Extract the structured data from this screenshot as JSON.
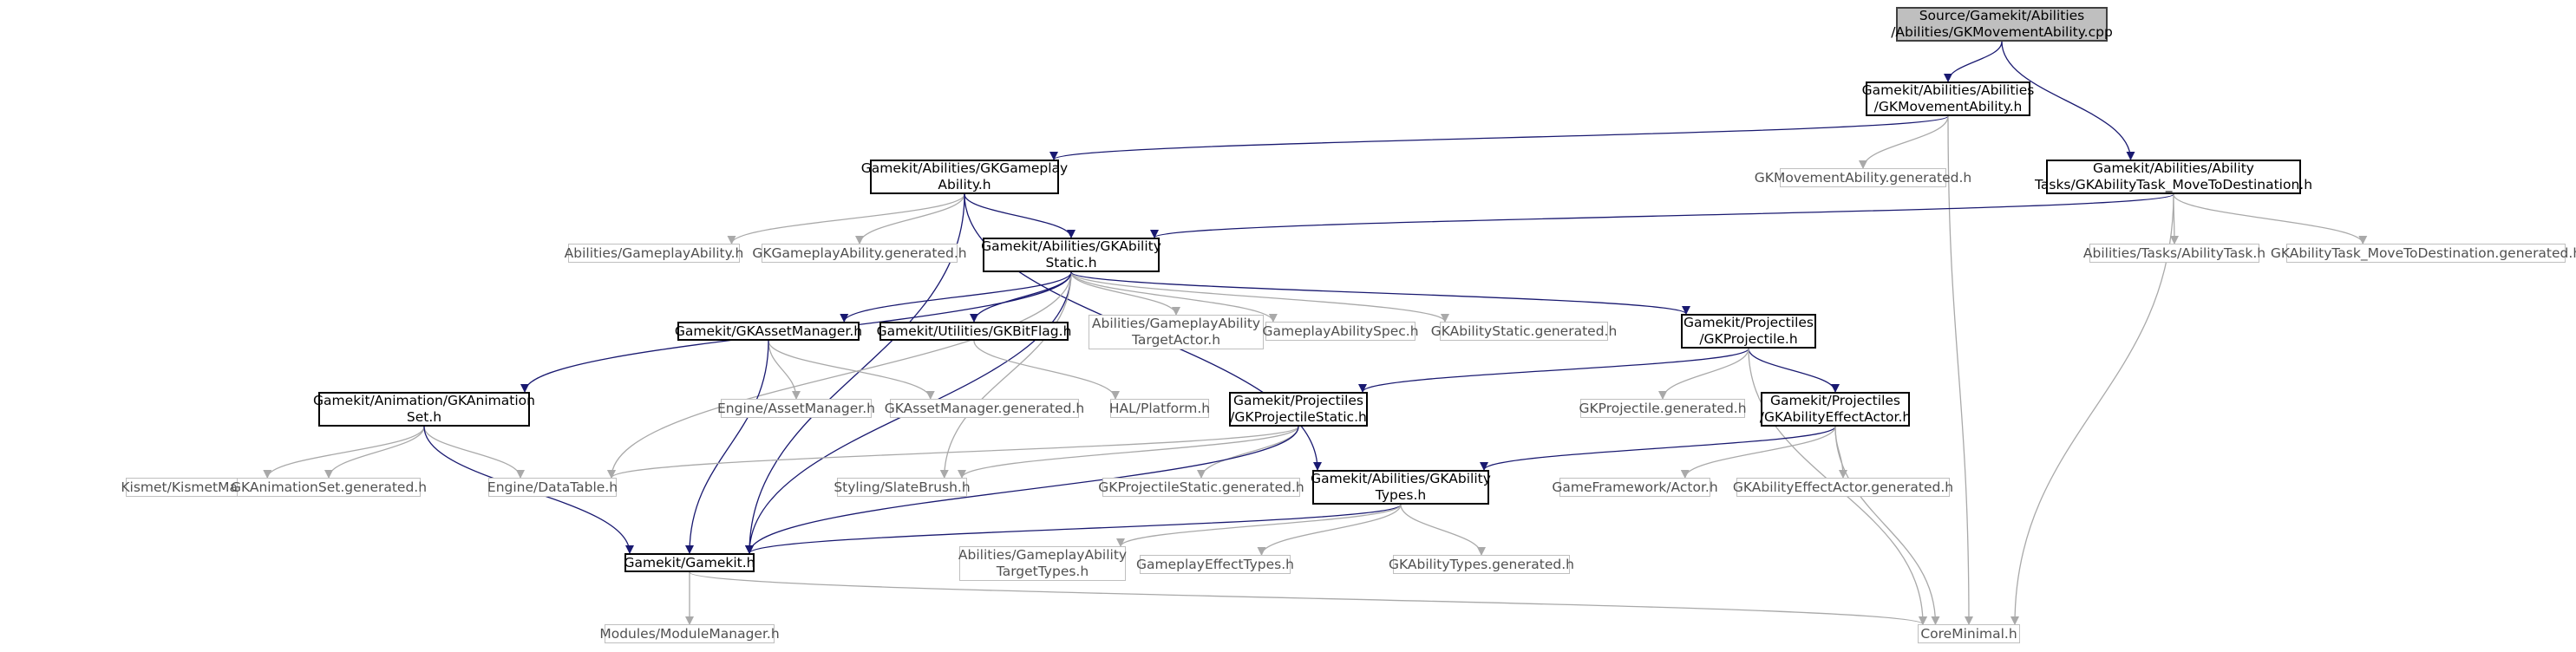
{
  "colors": {
    "edge_local": "#191970",
    "edge_external": "#a9a9a9",
    "external_border": "#bfbfbf",
    "root_fill": "#bfbfbf"
  },
  "nodes": [
    {
      "id": "root",
      "lines": [
        "Source/Gamekit/Abilities",
        "/Abilities/GKMovementAbility.cpp"
      ],
      "kind": "root"
    },
    {
      "id": "movement_h",
      "lines": [
        "Gamekit/Abilities/Abilities",
        "/GKMovementAbility.h"
      ],
      "kind": "local"
    },
    {
      "id": "move_task_h",
      "lines": [
        "Gamekit/Abilities/Ability",
        "Tasks/GKAbilityTask_MoveToDestination.h"
      ],
      "kind": "local"
    },
    {
      "id": "gameplay_ability_h",
      "lines": [
        "Gamekit/Abilities/GKGameplay",
        "Ability.h"
      ],
      "kind": "local"
    },
    {
      "id": "movement_gen",
      "lines": [
        "GKMovementAbility.generated.h"
      ],
      "kind": "external"
    },
    {
      "id": "ability_task_ext",
      "lines": [
        "Abilities/Tasks/AbilityTask.h"
      ],
      "kind": "external"
    },
    {
      "id": "move_task_gen",
      "lines": [
        "GKAbilityTask_MoveToDestination.generated.h"
      ],
      "kind": "external"
    },
    {
      "id": "gameplay_ability_ext",
      "lines": [
        "Abilities/GameplayAbility.h"
      ],
      "kind": "external"
    },
    {
      "id": "gameplay_ability_gen",
      "lines": [
        "GKGameplayAbility.generated.h"
      ],
      "kind": "external"
    },
    {
      "id": "ability_static_h",
      "lines": [
        "Gamekit/Abilities/GKAbility",
        "Static.h"
      ],
      "kind": "local"
    },
    {
      "id": "asset_manager_h",
      "lines": [
        "Gamekit/GKAssetManager.h"
      ],
      "kind": "local"
    },
    {
      "id": "bitflag_h",
      "lines": [
        "Gamekit/Utilities/GKBitFlag.h"
      ],
      "kind": "local"
    },
    {
      "id": "target_actor_ext",
      "lines": [
        "Abilities/GameplayAbility",
        "TargetActor.h"
      ],
      "kind": "external"
    },
    {
      "id": "ability_spec_ext",
      "lines": [
        "GameplayAbilitySpec.h"
      ],
      "kind": "external"
    },
    {
      "id": "ability_static_gen",
      "lines": [
        "GKAbilityStatic.generated.h"
      ],
      "kind": "external"
    },
    {
      "id": "projectile_h",
      "lines": [
        "Gamekit/Projectiles",
        "/GKProjectile.h"
      ],
      "kind": "local"
    },
    {
      "id": "animation_set_h",
      "lines": [
        "Gamekit/Animation/GKAnimation",
        "Set.h"
      ],
      "kind": "local"
    },
    {
      "id": "engine_asset_manager_ext",
      "lines": [
        "Engine/AssetManager.h"
      ],
      "kind": "external"
    },
    {
      "id": "asset_manager_gen",
      "lines": [
        "GKAssetManager.generated.h"
      ],
      "kind": "external"
    },
    {
      "id": "hal_platform_ext",
      "lines": [
        "HAL/Platform.h"
      ],
      "kind": "external"
    },
    {
      "id": "projectile_static_h",
      "lines": [
        "Gamekit/Projectiles",
        "/GKProjectileStatic.h"
      ],
      "kind": "local"
    },
    {
      "id": "projectile_gen",
      "lines": [
        "GKProjectile.generated.h"
      ],
      "kind": "external"
    },
    {
      "id": "effect_actor_h",
      "lines": [
        "Gamekit/Projectiles",
        "/GKAbilityEffectActor.h"
      ],
      "kind": "local"
    },
    {
      "id": "kismet_ext",
      "lines": [
        "Kismet/KismetMathLibrary.h"
      ],
      "kind": "external"
    },
    {
      "id": "animation_set_gen",
      "lines": [
        "GKAnimationSet.generated.h"
      ],
      "kind": "external"
    },
    {
      "id": "datatable_ext",
      "lines": [
        "Engine/DataTable.h"
      ],
      "kind": "external"
    },
    {
      "id": "slatebrush_ext",
      "lines": [
        "Styling/SlateBrush.h"
      ],
      "kind": "external"
    },
    {
      "id": "projectile_static_gen",
      "lines": [
        "GKProjectileStatic.generated.h"
      ],
      "kind": "external"
    },
    {
      "id": "ability_types_h",
      "lines": [
        "Gamekit/Abilities/GKAbility",
        "Types.h"
      ],
      "kind": "local"
    },
    {
      "id": "actor_ext",
      "lines": [
        "GameFramework/Actor.h"
      ],
      "kind": "external"
    },
    {
      "id": "effect_actor_gen",
      "lines": [
        "GKAbilityEffectActor.generated.h"
      ],
      "kind": "external"
    },
    {
      "id": "gamekit_h",
      "lines": [
        "Gamekit/Gamekit.h"
      ],
      "kind": "local"
    },
    {
      "id": "target_types_ext",
      "lines": [
        "Abilities/GameplayAbility",
        "TargetTypes.h"
      ],
      "kind": "external"
    },
    {
      "id": "effect_types_ext",
      "lines": [
        "GameplayEffectTypes.h"
      ],
      "kind": "external"
    },
    {
      "id": "ability_types_gen",
      "lines": [
        "GKAbilityTypes.generated.h"
      ],
      "kind": "external"
    },
    {
      "id": "module_manager_ext",
      "lines": [
        "Modules/ModuleManager.h"
      ],
      "kind": "external"
    },
    {
      "id": "core_minimal_ext",
      "lines": [
        "CoreMinimal.h"
      ],
      "kind": "external"
    }
  ],
  "edges": [
    [
      "root",
      "movement_h"
    ],
    [
      "root",
      "move_task_h"
    ],
    [
      "movement_h",
      "gameplay_ability_h"
    ],
    [
      "movement_h",
      "movement_gen"
    ],
    [
      "movement_h",
      "core_minimal_ext"
    ],
    [
      "move_task_h",
      "ability_static_h"
    ],
    [
      "move_task_h",
      "ability_task_ext"
    ],
    [
      "move_task_h",
      "move_task_gen"
    ],
    [
      "move_task_h",
      "core_minimal_ext"
    ],
    [
      "gameplay_ability_h",
      "gameplay_ability_ext"
    ],
    [
      "gameplay_ability_h",
      "gameplay_ability_gen"
    ],
    [
      "gameplay_ability_h",
      "ability_static_h"
    ],
    [
      "gameplay_ability_h",
      "gamekit_h"
    ],
    [
      "gameplay_ability_h",
      "ability_types_h"
    ],
    [
      "ability_static_h",
      "animation_set_h"
    ],
    [
      "ability_static_h",
      "datatable_ext"
    ],
    [
      "ability_static_h",
      "gamekit_h"
    ],
    [
      "ability_static_h",
      "slatebrush_ext"
    ],
    [
      "ability_static_h",
      "asset_manager_h"
    ],
    [
      "ability_static_h",
      "bitflag_h"
    ],
    [
      "ability_static_h",
      "target_actor_ext"
    ],
    [
      "ability_static_h",
      "ability_spec_ext"
    ],
    [
      "ability_static_h",
      "ability_static_gen"
    ],
    [
      "ability_static_h",
      "projectile_h"
    ],
    [
      "asset_manager_h",
      "engine_asset_manager_ext"
    ],
    [
      "asset_manager_h",
      "asset_manager_gen"
    ],
    [
      "asset_manager_h",
      "gamekit_h"
    ],
    [
      "bitflag_h",
      "hal_platform_ext"
    ],
    [
      "projectile_h",
      "projectile_static_h"
    ],
    [
      "projectile_h",
      "projectile_gen"
    ],
    [
      "projectile_h",
      "effect_actor_h"
    ],
    [
      "projectile_h",
      "core_minimal_ext"
    ],
    [
      "animation_set_h",
      "kismet_ext"
    ],
    [
      "animation_set_h",
      "animation_set_gen"
    ],
    [
      "animation_set_h",
      "datatable_ext"
    ],
    [
      "animation_set_h",
      "gamekit_h"
    ],
    [
      "projectile_static_h",
      "datatable_ext"
    ],
    [
      "projectile_static_h",
      "slatebrush_ext"
    ],
    [
      "projectile_static_h",
      "projectile_static_gen"
    ],
    [
      "projectile_static_h",
      "gamekit_h"
    ],
    [
      "effect_actor_h",
      "ability_types_h"
    ],
    [
      "effect_actor_h",
      "actor_ext"
    ],
    [
      "effect_actor_h",
      "effect_actor_gen"
    ],
    [
      "effect_actor_h",
      "core_minimal_ext"
    ],
    [
      "ability_types_h",
      "gamekit_h"
    ],
    [
      "ability_types_h",
      "target_types_ext"
    ],
    [
      "ability_types_h",
      "effect_types_ext"
    ],
    [
      "ability_types_h",
      "ability_types_gen"
    ],
    [
      "gamekit_h",
      "module_manager_ext"
    ],
    [
      "gamekit_h",
      "core_minimal_ext"
    ]
  ]
}
